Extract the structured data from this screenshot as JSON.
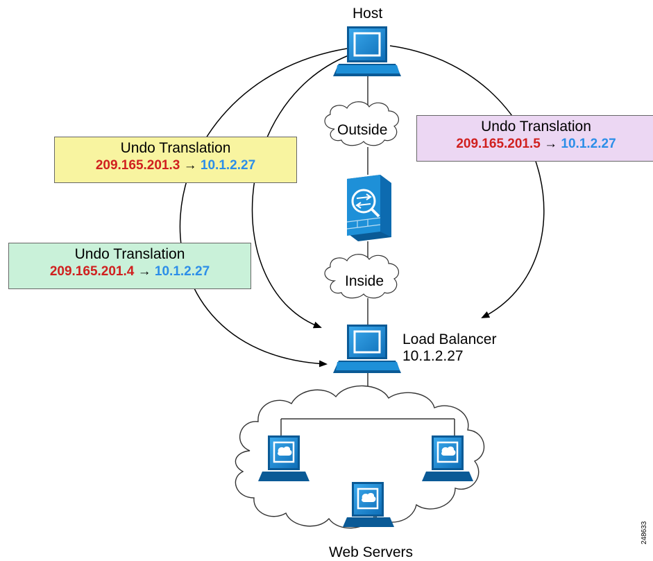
{
  "labels": {
    "host": "Host",
    "outside": "Outside",
    "inside": "Inside",
    "load_balancer": "Load Balancer",
    "load_balancer_ip": "10.1.2.27",
    "web_servers": "Web Servers",
    "figure_id": "248633"
  },
  "translations": [
    {
      "title": "Undo Translation",
      "from_ip": "209.165.201.3",
      "to_ip": "10.1.2.27",
      "fill": "#f8f4a0"
    },
    {
      "title": "Undo Translation",
      "from_ip": "209.165.201.4",
      "to_ip": "10.1.2.27",
      "fill": "#c9f1d9"
    },
    {
      "title": "Undo Translation",
      "from_ip": "209.165.201.5",
      "to_ip": "10.1.2.27",
      "fill": "#ecd7f3"
    }
  ],
  "colors": {
    "device_blue": "#1e90d8",
    "device_dark": "#0a5a96",
    "ip_from": "#d0201f",
    "ip_to": "#2c8ee8"
  },
  "icons": {
    "host": "workstation-icon",
    "firewall": "firewall-icon",
    "load_balancer": "workstation-icon",
    "web_server": "server-icon",
    "cloud": "cloud-icon"
  }
}
